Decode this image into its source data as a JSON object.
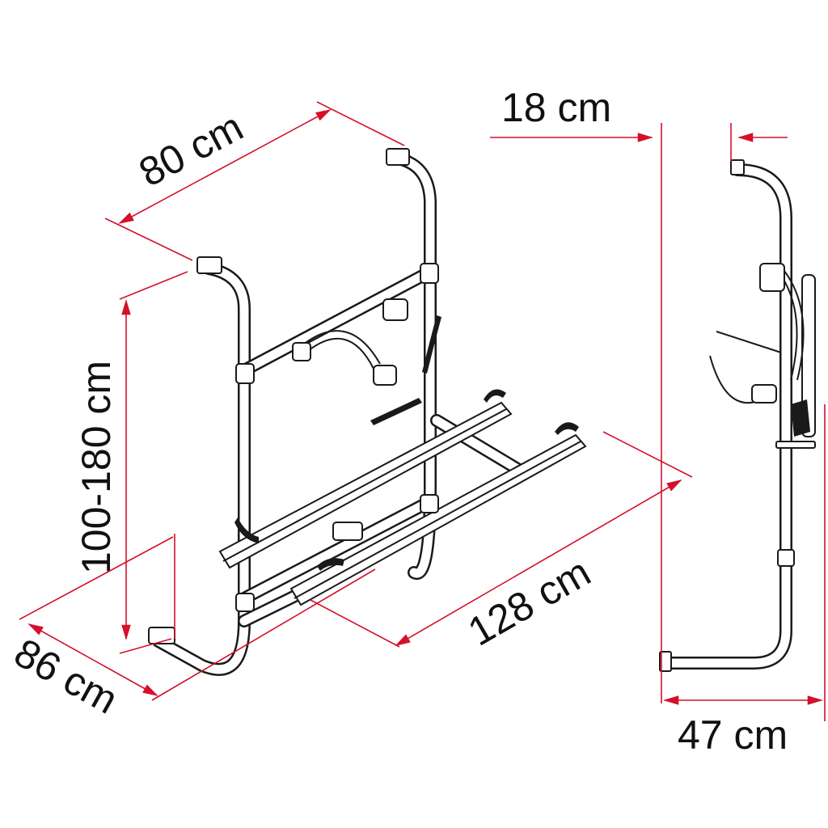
{
  "colors": {
    "dimension": "#d4102b",
    "outline": "#1a1a1a",
    "background": "#ffffff"
  },
  "dimensions": {
    "width_top": "80 cm",
    "height_range": "100-180 cm",
    "depth_bottom": "86 cm",
    "rail_length": "128 cm",
    "offset_top": "18 cm",
    "side_depth": "47 cm"
  }
}
